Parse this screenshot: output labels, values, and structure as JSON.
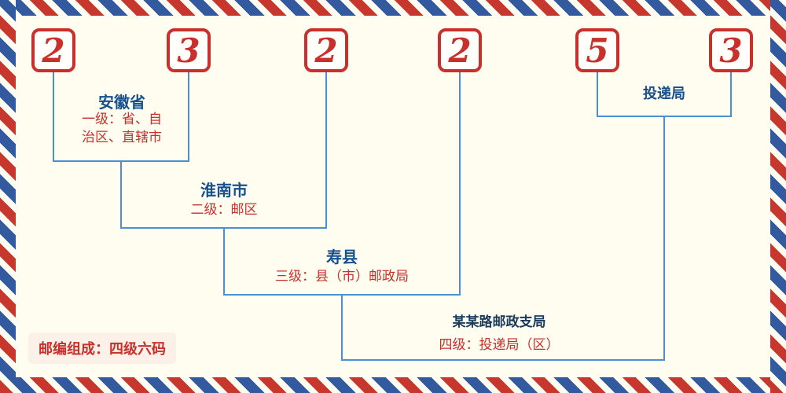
{
  "digits": [
    "2",
    "3",
    "2",
    "2",
    "5",
    "3"
  ],
  "levels": {
    "level1": {
      "name": "安徽省",
      "desc1": "一级：省、自",
      "desc2": "治区、直辖市"
    },
    "level2": {
      "name": "淮南市",
      "desc": "二级：邮区"
    },
    "level3": {
      "name": "寿县",
      "desc": "三级：县（市）邮政局"
    },
    "level4": {
      "name": "某某路邮政支局",
      "desc": "四级：投递局（区）"
    }
  },
  "delivery_label": "投递局",
  "footer_note": "邮编组成：四级六码",
  "colors": {
    "digit_red": "#c9302c",
    "desc_red": "#c9302c",
    "name_blue": "#17518c",
    "line_blue": "#4a90d2",
    "stripe_red": "#c8372d",
    "stripe_blue": "#33599e",
    "background": "#fffdf0"
  }
}
